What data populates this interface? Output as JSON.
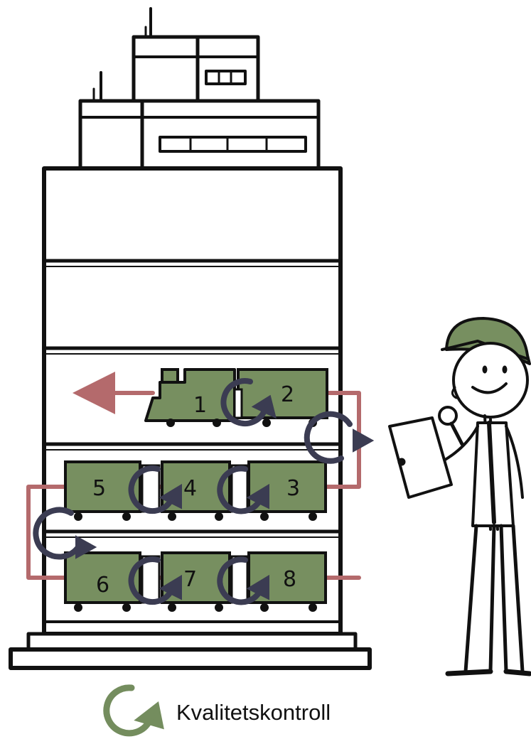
{
  "colors": {
    "wagon_green": "#778f60",
    "track_red": "#b46a6c",
    "loop_dark": "#3b3c52",
    "qc_green": "#748d5e",
    "ink": "#111111"
  },
  "icons": [
    "factory-building",
    "train",
    "quality-loop",
    "inspector-person",
    "clipboard",
    "magnifier",
    "hard-hat"
  ],
  "wagons": {
    "w1": "1",
    "w2": "2",
    "w3": "3",
    "w4": "4",
    "w5": "5",
    "w6": "6",
    "w7": "7",
    "w8": "8"
  },
  "legend": {
    "label": "Kvalitetskontroll"
  }
}
